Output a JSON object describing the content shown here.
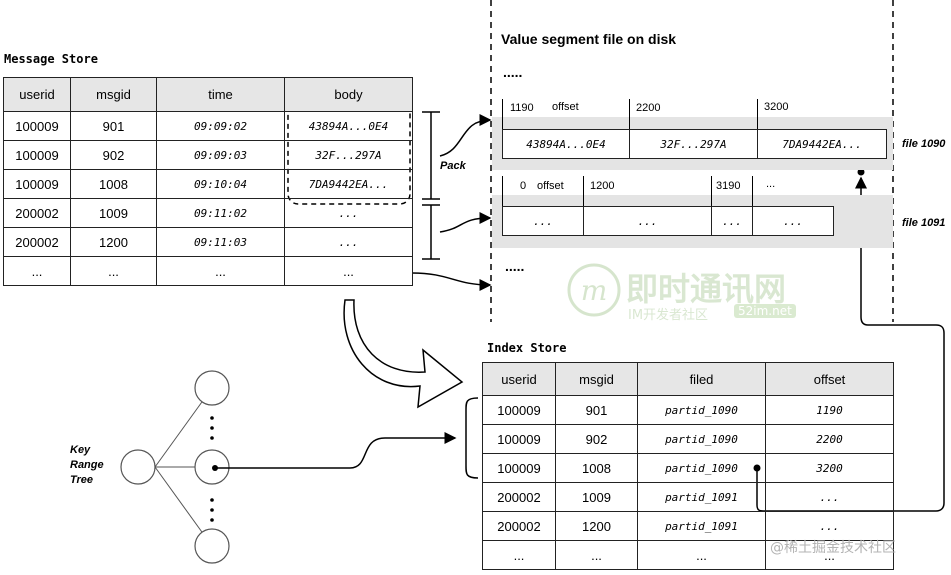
{
  "message_store": {
    "title": "Message Store",
    "headers": [
      "userid",
      "msgid",
      "time",
      "body"
    ],
    "rows": [
      [
        "100009",
        "901",
        "09:09:02",
        "43894A...0E4"
      ],
      [
        "100009",
        "902",
        "09:09:03",
        "32F...297A"
      ],
      [
        "100009",
        "1008",
        "09:10:04",
        "7DA9442EA..."
      ],
      [
        "200002",
        "1009",
        "09:11:02",
        "..."
      ],
      [
        "200002",
        "1200",
        "09:11:03",
        "..."
      ],
      [
        "...",
        "...",
        "...",
        "..."
      ]
    ]
  },
  "pack_label": "Pack",
  "value_segment": {
    "title": "Value segment file on disk",
    "top_dots": ".....",
    "bottom_dots": ".....",
    "file1090": {
      "label": "file 1090",
      "markers": [
        "1190",
        "offset",
        "2200",
        "3200"
      ],
      "cells": [
        "43894A...0E4",
        "32F...297A",
        "7DA9442EA..."
      ]
    },
    "file1091": {
      "label": "file 1091",
      "markers": [
        "0",
        "offset",
        "1200",
        "3190",
        "..."
      ],
      "cells": [
        "...",
        "...",
        "...",
        "..."
      ]
    }
  },
  "index_store": {
    "title": "Index Store",
    "headers": [
      "userid",
      "msgid",
      "filed",
      "offset"
    ],
    "rows": [
      [
        "100009",
        "901",
        "partid_1090",
        "1190"
      ],
      [
        "100009",
        "902",
        "partid_1090",
        "2200"
      ],
      [
        "100009",
        "1008",
        "partid_1090",
        "3200"
      ],
      [
        "200002",
        "1009",
        "partid_1091",
        "..."
      ],
      [
        "200002",
        "1200",
        "partid_1091",
        "..."
      ],
      [
        "...",
        "...",
        "...",
        "..."
      ]
    ]
  },
  "tree": {
    "label_line1": "Key",
    "label_line2": "Range",
    "label_line3": "Tree"
  },
  "watermark": {
    "main": "即时通讯网",
    "sub": "IM开发者社区",
    "url": "52im.net",
    "footer": "@稀土掘金技术社区"
  }
}
